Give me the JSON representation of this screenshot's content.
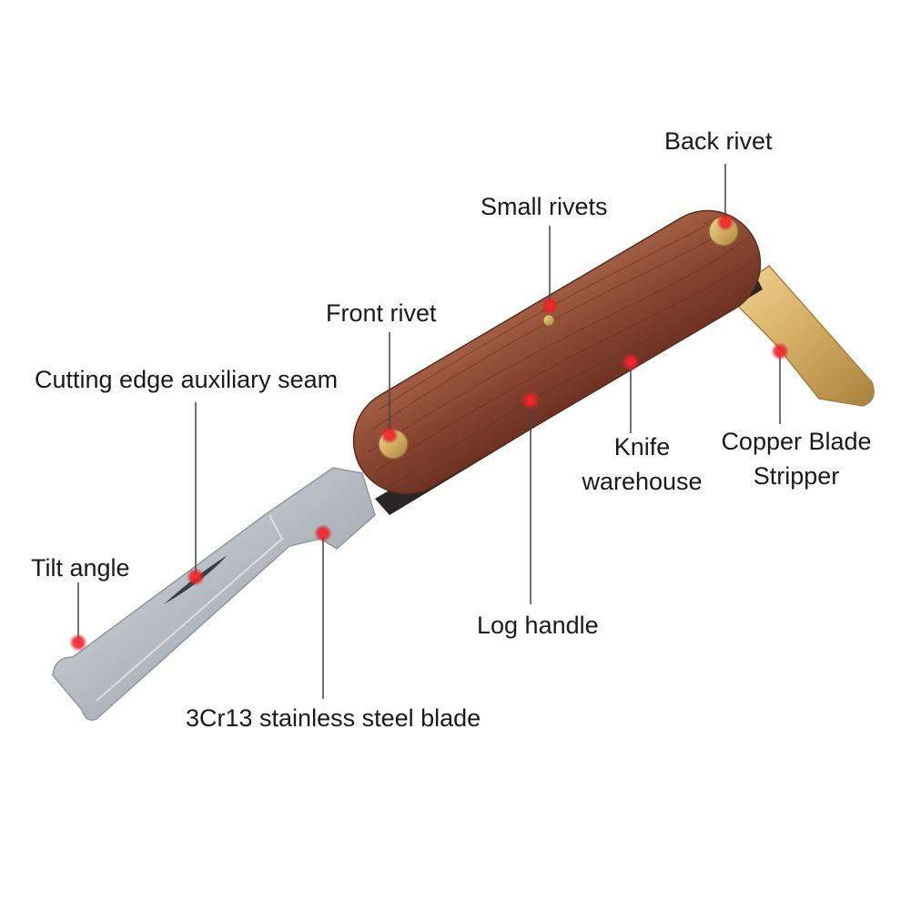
{
  "labels": {
    "back_rivet": "Back rivet",
    "small_rivets": "Small rivets",
    "front_rivet": "Front rivet",
    "cutting_edge_seam": "Cutting edge auxiliary seam",
    "knife_warehouse_1": "Knife",
    "knife_warehouse_2": "warehouse",
    "copper_stripper_1": "Copper Blade",
    "copper_stripper_2": "Stripper",
    "tilt_angle": "Tilt angle",
    "log_handle": "Log handle",
    "blade_material": "3Cr13 stainless steel blade"
  },
  "colors": {
    "wood": "#8a4a35",
    "steel": "#c9cdd1",
    "brass": "#d9b66a",
    "marker": "#e8202a",
    "leader": "#444444"
  }
}
